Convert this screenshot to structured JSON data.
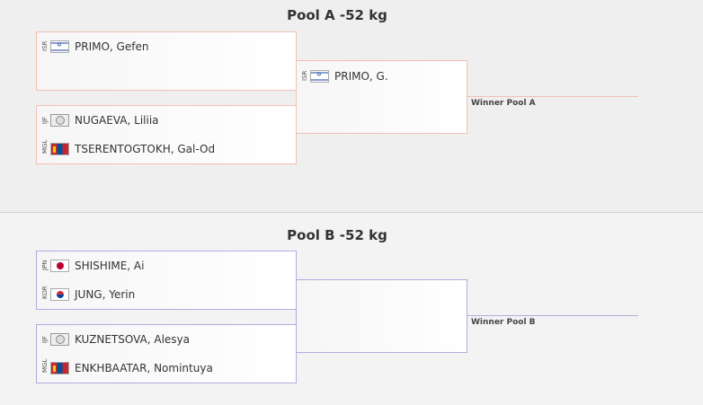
{
  "pools": [
    {
      "title": "Pool A -52 kg",
      "winner_label": "Winner Pool A",
      "match1": [
        {
          "code": "ISR",
          "name": "PRIMO, Gefen"
        }
      ],
      "match2": [
        {
          "code": "IJF",
          "name": "NUGAEVA, Liliia"
        },
        {
          "code": "MGL",
          "name": "TSERENTOGTOKH, Gal-Od"
        }
      ],
      "final": [
        {
          "code": "ISR",
          "name": "PRIMO, G."
        }
      ]
    },
    {
      "title": "Pool B -52 kg",
      "winner_label": "Winner Pool B",
      "match1": [
        {
          "code": "JPN",
          "name": "SHISHIME, Ai"
        },
        {
          "code": "KOR",
          "name": "JUNG, Yerin"
        }
      ],
      "match2": [
        {
          "code": "IJF",
          "name": "KUZNETSOVA, Alesya"
        },
        {
          "code": "MGL",
          "name": "ENKHBAATAR, Nomintuya"
        }
      ],
      "final": []
    }
  ],
  "colors": {
    "pool_a_border": "#f1c1b1",
    "pool_b_border": "#b3abdd"
  }
}
